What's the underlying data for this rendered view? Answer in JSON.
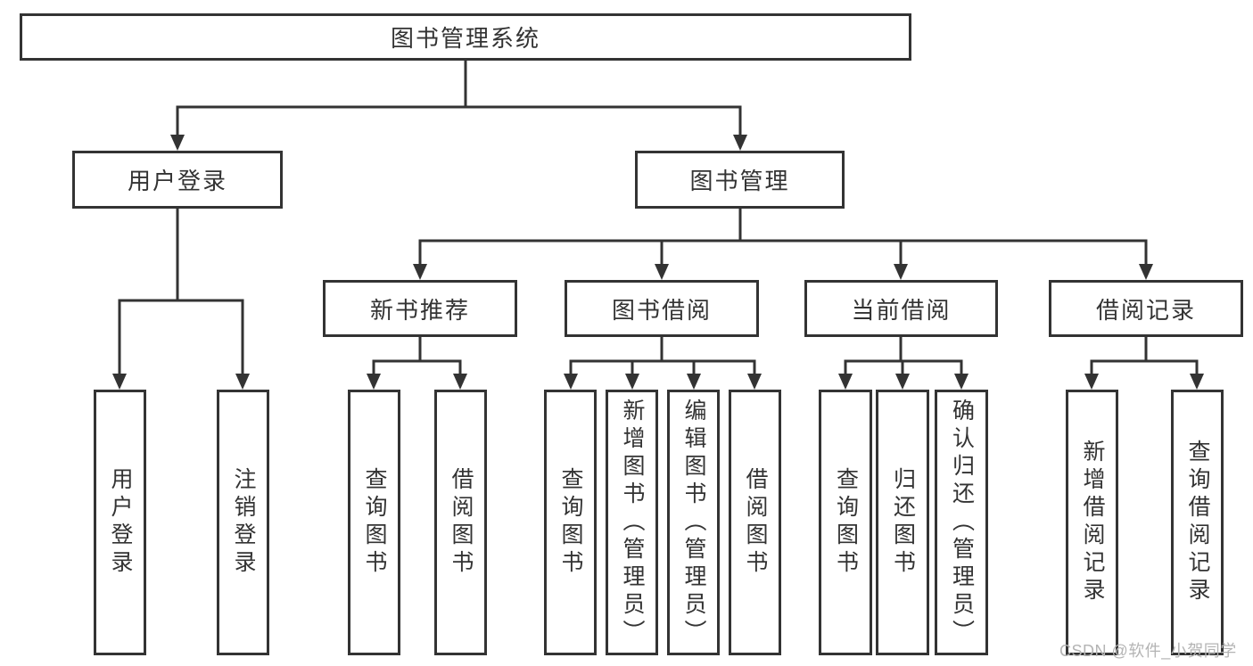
{
  "diagram": {
    "type": "hierarchy-tree",
    "tree": {
      "label": "图书管理系统",
      "children": [
        {
          "label": "用户登录",
          "children": [
            {
              "label": "用户登录"
            },
            {
              "label": "注销登录"
            }
          ]
        },
        {
          "label": "图书管理",
          "children": [
            {
              "label": "新书推荐",
              "children": [
                {
                  "label": "查询图书"
                },
                {
                  "label": "借阅图书"
                }
              ]
            },
            {
              "label": "图书借阅",
              "children": [
                {
                  "label": "查询图书"
                },
                {
                  "label": "新增图书（管理员）"
                },
                {
                  "label": "编辑图书（管理员）"
                },
                {
                  "label": "借阅图书"
                }
              ]
            },
            {
              "label": "当前借阅",
              "children": [
                {
                  "label": "查询图书"
                },
                {
                  "label": "归还图书"
                },
                {
                  "label": "确认归还（管理员）"
                }
              ]
            },
            {
              "label": "借阅记录",
              "children": [
                {
                  "label": "新增借阅记录"
                },
                {
                  "label": "查询借阅记录"
                }
              ]
            }
          ]
        }
      ]
    }
  },
  "colors": {
    "line": "#333333",
    "box_border": "#333333",
    "box_background": "#ffffff",
    "text": "#333333",
    "watermark": "#b4b4b4",
    "page_background": "#ffffff"
  },
  "watermark": {
    "text": "CSDN @软件_小贺同学"
  }
}
